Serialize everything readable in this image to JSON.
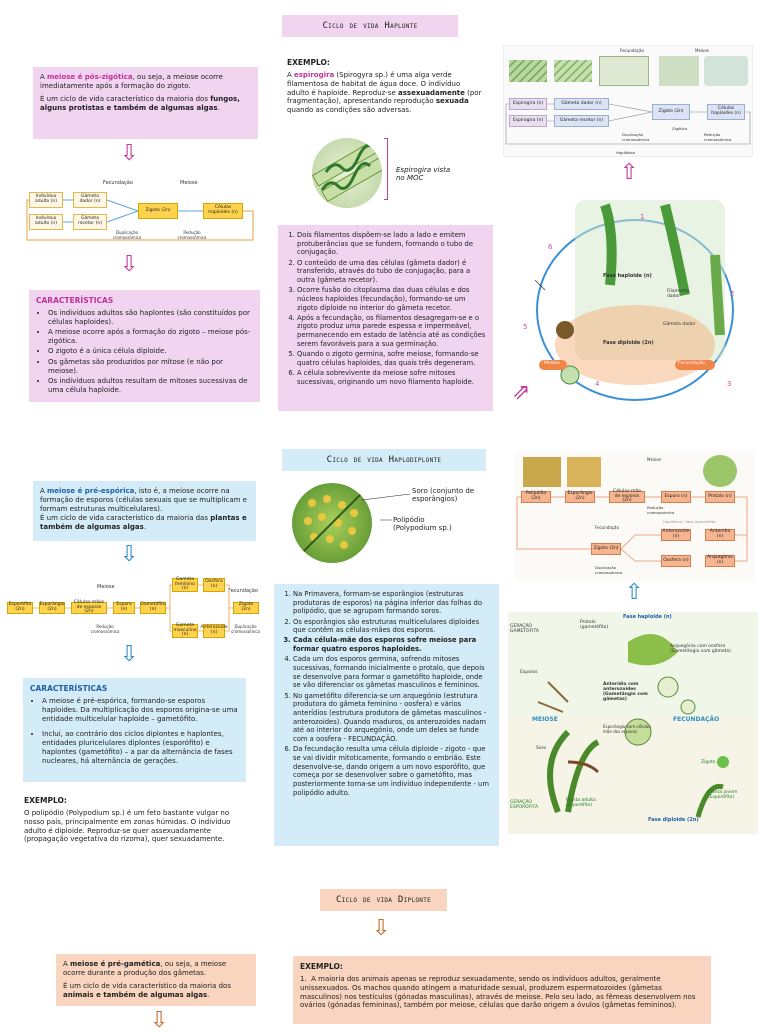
{
  "haplonte": {
    "title": "Ciclo de vida Haplonte",
    "intro_p1_pre": "A ",
    "intro_p1_hl": "meiose é pós-zigótica",
    "intro_p1_post": ", ou seja, a meiose ocorre imediatamente após a formação do zigoto.",
    "intro_p2_pre": "É um ciclo de vida característico da maioria dos ",
    "intro_p2_bold": "fungos, alguns protistas e também de algumas algas",
    "intro_p2_post": ".",
    "diagram": {
      "label_fec": "Fecundação",
      "label_meiose": "Meiose",
      "ind1": "Indivíduo adulto (n)",
      "ind2": "Indivíduo adulto (n)",
      "gam1": "Gâmeta dador (n)",
      "gam2": "Gâmeta recetor (n)",
      "zigoto": "Zigoto (2n)",
      "celulas": "Células haploides (n)",
      "dup": "Duplicação cromossómica",
      "red": "Redução cromossómica"
    },
    "car_title": "CARACTERÍSTICAS",
    "car_items": [
      "Os indivíduos adultos são haplontes (são constituídos por células haploides).",
      "A meiose ocorre após a formação do zigoto – meiose pós-zigótica.",
      "O zigoto é a única célula diploide.",
      "Os gâmetas são produzidos por mitose (e não por meiose).",
      "Os indivíduos adultos resultam de mitoses sucessivas de uma célula haploide."
    ],
    "ex_title": "EXEMPLO:",
    "ex_pre": "A ",
    "ex_name": "espirogira",
    "ex_sci": " (Spirogyra sp.)",
    "ex_mid": " é uma alga verde filamentosa de habitat de água doce. O indivíduo adulto é haploide. Reproduz-se ",
    "ex_b1": "assexuadamente",
    "ex_mid2": " (por fragmentação), apresentando reprodução ",
    "ex_b2": "sexuada",
    "ex_post": " quando as condições são adversas.",
    "photo_caption": "Espirogira vista no MOC",
    "steps": [
      "Dois filamentos dispõem-se lado a lado e emitem protuberâncias que se fundem, formando o tubo de conjugação.",
      "O conteúdo de uma das células (gâmeta dador) é transferido, através do tubo de conjugação, para a outra (gâmeta recetor).",
      "Ocorre fusão do citoplasma das duas células e dos núcleos haploides (fecundação), formando-se um zigoto diploide no interior do gâmeta recetor.",
      "Após a fecundação, os filamentos desagregam-se e o zigoto produz uma parede espessa e impermeável, permanecendo em estado de latência até as condições serem favoráveis para a sua germinação.",
      "Quando o zigoto germina, sofre meiose, formando-se quatro células haploides, das quais três degeneram.",
      "A célula sobrevivente da meiose sofre mitoses sucessivas, originando um novo filamento haploide."
    ],
    "cycle": {
      "fase_n": "Fase haploide (n)",
      "fase_2n": "Fase diploide (2n)",
      "filamento": "Filamento dador",
      "gameta": "Gâmeta dador",
      "meiose": "Meiose",
      "fecundacao": "Fecundação",
      "nums": [
        "1",
        "2",
        "3",
        "4",
        "5",
        "6"
      ]
    },
    "top_diag": {
      "fec": "Fecundação",
      "mei": "Meiose",
      "esp1": "Espirogira (n)",
      "esp2": "Espirogira (n)",
      "gd": "Gâmeta dador (n)",
      "gr": "Gâmeta recetor (n)",
      "zig": "Zigoto (2n)",
      "cel": "Células haploides (n)",
      "dup": "Duplicação cromossómica",
      "zig_label": "Zigótico",
      "red": "Redução cromossómica",
      "hap": "Haplófase"
    }
  },
  "haplodiplonte": {
    "title": "Ciclo de vida Haplodiplonte",
    "intro_p1_pre": "A ",
    "intro_p1_hl": "meiose é pré-espórica",
    "intro_p1_post": ", isto é, a meiose ocorre na formação de esporos (células sexuais que se multiplicam e formam estruturas multicelulares).",
    "intro_p2_pre": "É um ciclo de vida característico da maioria das ",
    "intro_p2_bold": "plantas e também de algumas algas",
    "intro_p2_post": ".",
    "diagram": {
      "meiose": "Meiose",
      "fec": "Fecundação",
      "esporofito": "Esporófito (2n)",
      "esporangio": "Esporângio (2n)",
      "celmae": "Células-mães de esporos (2n)",
      "esporo": "Esporo (n)",
      "gametofito": "Gametófito (n)",
      "gamfem": "Gameta feminino (n)",
      "gammasc": "Gameta masculino (n)",
      "oosfera": "Oosfera (n)",
      "anterozoide": "Anterozoide (n)",
      "zigoto": "Zigoto (2n)",
      "red": "Redução cromossómica",
      "dup": "Duplicação cromossómica"
    },
    "car_title": "CARACTERÍSTICAS",
    "car_items": [
      "A meiose é pré-espórica, formando-se esporos haploides. Da multiplicação dos esporos origina-se uma entidade multicelular haploide – gametófito.",
      "Inclui, ao contrário dos ciclos diplontes e haplontes, entidades pluricelulares diplontes (esporófito) e haplontes (gametófito) – a par da alternância de fases nucleares, há alternância de gerações."
    ],
    "ex_title": "EXEMPLO:",
    "ex_text": "O polipódio (Polypodium sp.) é um feto bastante vulgar no nosso país, principalmente em zonas húmidas. O indivíduo adulto é diploide. Reproduz-se quer assexuadamente (propagação vegetativa do rizoma), quer sexuadamente.",
    "soro_label": "Soro (conjunto de esporângios)",
    "polipodio_label": "Polipódio (Polypodium sp.)",
    "steps": [
      "Na Primavera, formam-se esporângios (estruturas produtoras de esporos) na página inferior das folhas do polipódio, que se agrupam formando soros.",
      "Os esporângios são estruturas multicelulares diploides que contêm as células-mães dos esporos.",
      "Cada célula-mãe dos esporos sofre meiose para formar quatro esporos haploides.",
      "Cada um dos esporos germina, sofrendo mitoses sucessivas, formando inicialmente o protalo, que depois se desenvolve para formar o gametófito haploide, onde se vão diferenciar os gâmetas masculinos e femininos.",
      "No gametófito diferencia-se um arquegónio (estrutura produtora do gâmeta feminino - oosfera) e vários anterídios (estrutura produtora de gâmetas masculinos - anterozoides). Quando maduros, os anterozoides nadam até ao interior do arquegónio, onde um deles se funde com a oosfera - FECUNDAÇÃO.",
      "Da fecundação resulta uma célula diploide - zigoto - que se vai dividir mitoticamente, formando o embrião. Este desenvolve-se, dando origem a um novo esporófito, que começa por se desenvolver sobre o gametófito, mas posteriormente torna-se um indivíduo independente - um polipódio adulto."
    ],
    "cycle": {
      "ger_gam": "GERAÇÃO GAMETÓFITA",
      "ger_esp": "GERAÇÃO ESPORÓFITA",
      "protalo": "Protalo (gametófito)",
      "fase_n": "Fase haploide (n)",
      "arquegonio": "Arquegónio com oosfera (Gametângio com gâmeta)",
      "anteridio": "Anterídio com anterozoides (Gametângio com gâmetas)",
      "esporos": "Esporos",
      "meiose": "MEIOSE",
      "fecundacao": "FECUNDAÇÃO",
      "soro": "Soro",
      "zigoto": "Zigoto",
      "planta_jovem": "Planta jovem (Esporófito)",
      "planta_adulta": "Planta adulta (Esporófito)",
      "fase_2n": "Fase diploide (2n)",
      "esporangio": "Esporângio com células-mãe dos esporos"
    },
    "top_diag": {
      "meiose": "Meiose",
      "polipodio": "Polipódio (2n)",
      "esporangio": "Esporângio (2n)",
      "celmae": "Células-mãe de esporos (2n)",
      "esporo": "Esporo (n)",
      "protalo": "Protalo (n)",
      "red": "Redução cromossómica",
      "haplofase": "Haplófase / fase gametófita",
      "fec": "Fecundação",
      "anterozoide": "Anterozoide (n)",
      "anteridio": "Anterídio (n)",
      "zigoto": "Zigoto (2n)",
      "oosfera": "Oosfera (n)",
      "arquegonio": "Arquegónio (n)",
      "dup": "Duplicação cromossómica"
    }
  },
  "diplonte": {
    "title": "Ciclo de vida Diplonte",
    "intro_p1_pre": "A ",
    "intro_p1_hl": "meiose é pré-gamética",
    "intro_p1_post": ", ou seja, a meiose ocorre durante a produção dos gâmetas.",
    "intro_p2_pre": "É um ciclo de vida característico da maioria dos ",
    "intro_p2_bold": "animais e também de algumas algas",
    "intro_p2_post": ".",
    "ex_title": "EXEMPLO:",
    "ex_text": "A maioria dos animais apenas se reproduz sexuadamente, sendo os indivíduos adultos, geralmente unissexuados. Os machos quando atingem a maturidade sexual, produzem espermatozoides (gâmetas masculinos) nos testículos (gónadas masculinas), através de meiose. Pelo seu lado, as fêmeas desenvolvem nos ovários (gónadas femininas), também por meiose, células que darão origem a óvulos (gâmetas femininos)."
  }
}
